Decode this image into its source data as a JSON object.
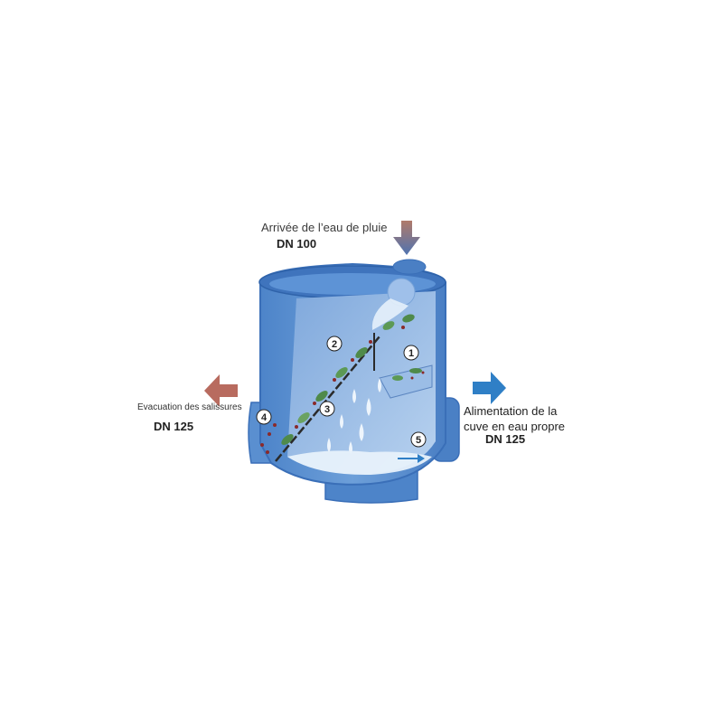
{
  "labels": {
    "inlet_title": "Arrivée de l’eau de pluie",
    "inlet_dn": "DN 100",
    "dirt_outlet_title": "Evacuation des salissures",
    "dirt_outlet_dn": "DN 125",
    "clean_outlet_title": "Alimentation de la cuve en eau propre",
    "clean_outlet_dn": "DN 125"
  },
  "markers": [
    "1",
    "2",
    "3",
    "4",
    "5"
  ],
  "colors": {
    "tank_body": "#5b8fd0",
    "tank_rim": "#3f74bd",
    "tank_interior": "#a9c7ea",
    "inlet_arrow": "#5e79a8",
    "dirt_arrow": "#b86b5f",
    "clean_arrow": "#2f7fc6",
    "leaves": "#4f8a4a",
    "debris": "#8a2a2a"
  }
}
